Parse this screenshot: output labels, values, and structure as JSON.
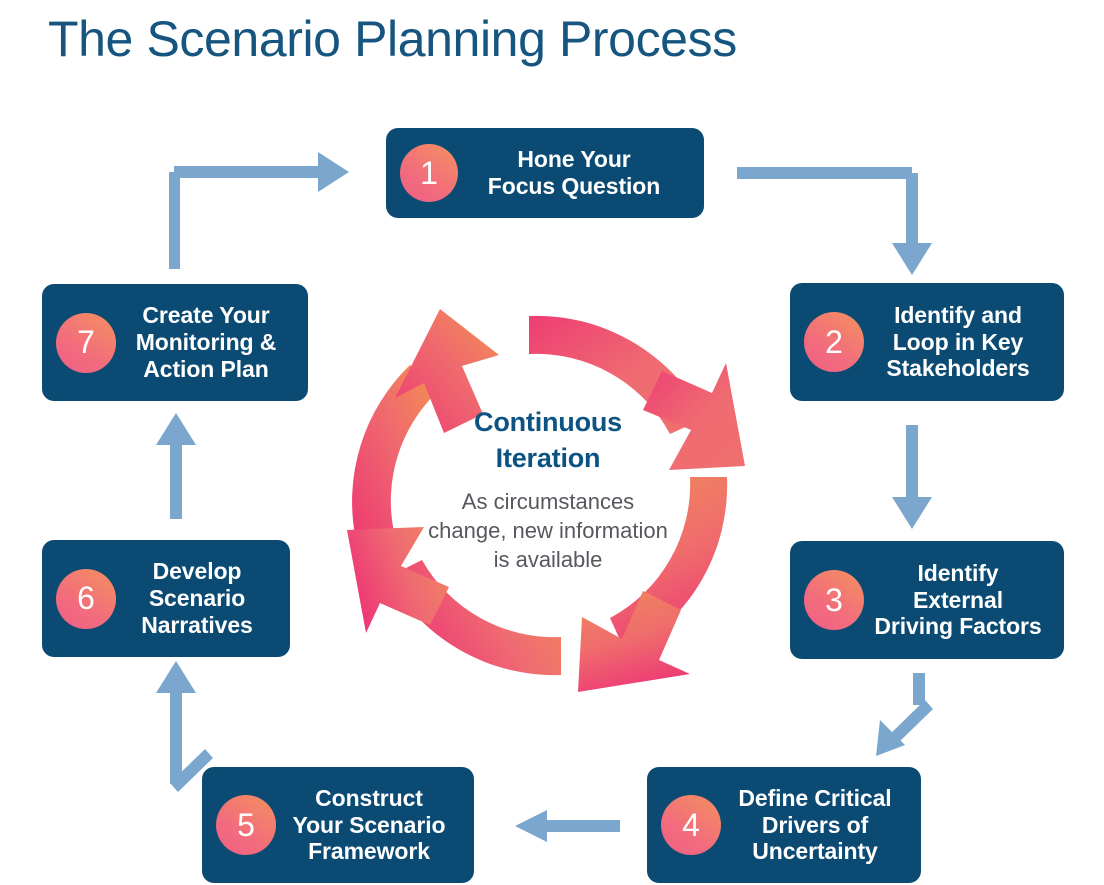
{
  "page": {
    "title": "The Scenario Planning Process",
    "background_color": "#ffffff"
  },
  "theme": {
    "navy": "#0a4a73",
    "title_blue": "#15557f",
    "connector_blue": "#7ba7ce",
    "badge_pink": "#ef5f86",
    "badge_orange": "#f4915e",
    "cycle_magenta": "#ee3a72",
    "cycle_orange": "#f0875f",
    "center_heading_color": "#0d5382",
    "center_sub_color": "#55595e",
    "box_text_color": "#ffffff"
  },
  "steps": [
    {
      "number": "1",
      "label": "Hone Your\nFocus Question"
    },
    {
      "number": "2",
      "label": "Identify and\nLoop in Key\nStakeholders"
    },
    {
      "number": "3",
      "label": "Identify\nExternal\nDriving Factors"
    },
    {
      "number": "4",
      "label": "Define Critical\nDrivers of\nUncertainty"
    },
    {
      "number": "5",
      "label": "Construct\nYour Scenario\nFramework"
    },
    {
      "number": "6",
      "label": "Develop\nScenario\nNarratives"
    },
    {
      "number": "7",
      "label": "Create Your\nMonitoring &\nAction Plan"
    }
  ],
  "center": {
    "heading": "Continuous\nIteration",
    "subtext": "As circumstances\nchange, new information\nis available"
  },
  "connectors": [
    {
      "from": "7",
      "to": "1",
      "shape": "elbow-up-right"
    },
    {
      "from": "1",
      "to": "2",
      "shape": "elbow-right-down"
    },
    {
      "from": "2",
      "to": "3",
      "shape": "straight-down"
    },
    {
      "from": "3",
      "to": "4",
      "shape": "elbow-down-diagonal-left"
    },
    {
      "from": "4",
      "to": "5",
      "shape": "straight-left"
    },
    {
      "from": "5",
      "to": "6",
      "shape": "diagonal-up-left"
    },
    {
      "from": "6",
      "to": "7",
      "shape": "straight-up"
    }
  ],
  "cycle_arrows": {
    "count": 4,
    "direction": "clockwise",
    "description": "four curved gradient arrows forming a continuous loop"
  }
}
